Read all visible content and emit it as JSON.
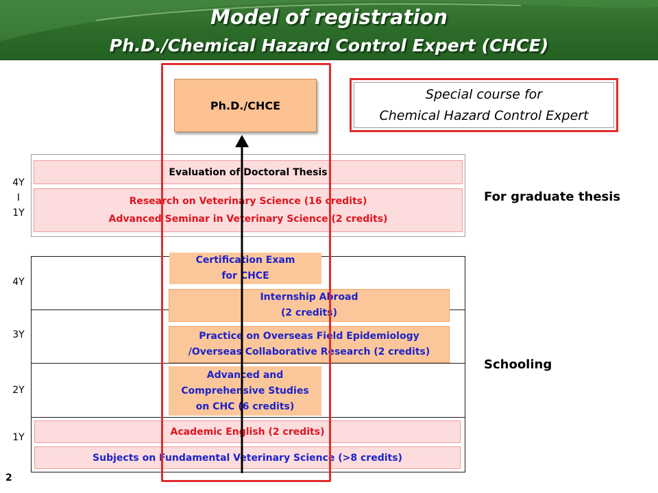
{
  "header": {
    "title": "Model of registration",
    "subtitle": "Ph.D./Chemical Hazard Control Expert (CHCE)",
    "background_color": "#2b6a28"
  },
  "goal_box": {
    "label": "Ph.D./CHCE",
    "color": "#fcc292"
  },
  "special_course": {
    "line1": "Special course for",
    "line2": "Chemical Hazard Control Expert",
    "border_color": "#e32a2a"
  },
  "thesis": {
    "side_label": "For graduate thesis",
    "year_top": "4Y",
    "year_sep": "I",
    "year_bottom": "1Y",
    "evaluation": "Evaluation of Doctoral Thesis",
    "research": "Research on Veterinary Science (16 credits)",
    "seminar": "Advanced Seminar in Veterinary Science (2 credits)"
  },
  "schooling": {
    "side_label": "Schooling",
    "years": {
      "y4": "4Y",
      "y3": "3Y",
      "y2": "2Y",
      "y1": "1Y"
    },
    "certification": {
      "line1": "Certification Exam",
      "line2": "for CHCE"
    },
    "internship": {
      "line1": "Internship Abroad",
      "line2": "(2 credits)"
    },
    "practice": {
      "line1": "Practice on Overseas Field Epidemiology",
      "line2": "/Overseas Collaborative Research (2 credits)"
    },
    "advanced": {
      "line1": "Advanced and",
      "line2": "Comprehensive Studies",
      "line3": "on CHC (6 credits)"
    },
    "english": "Academic English (2 credits)",
    "fundamentals": "Subjects on Fundamental Veterinary Science (>8 credits)",
    "text_color_blue": "#1d22c9",
    "text_color_red": "#e0141e"
  },
  "page_number": "2"
}
